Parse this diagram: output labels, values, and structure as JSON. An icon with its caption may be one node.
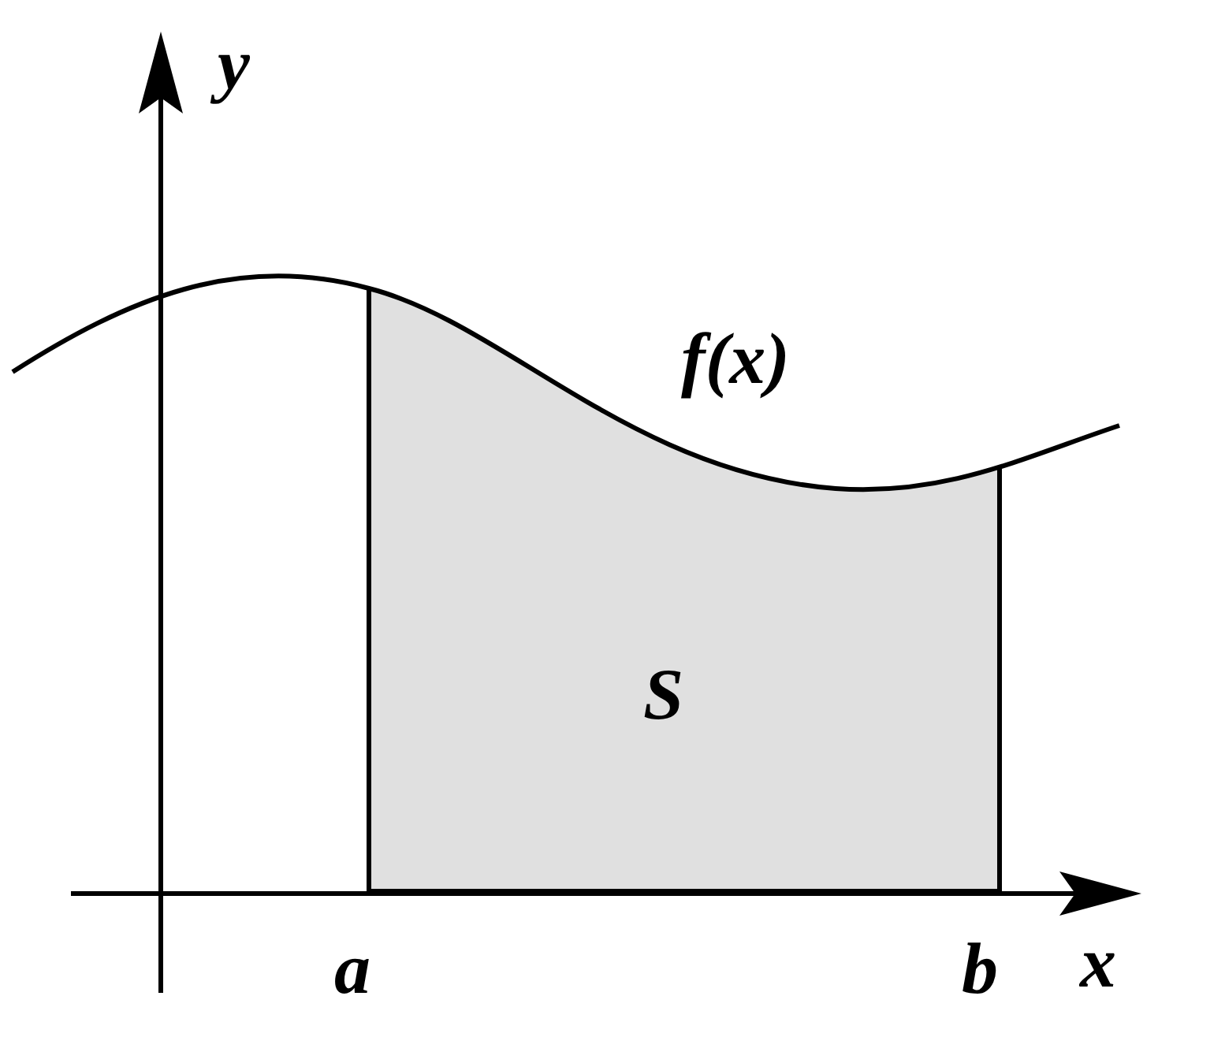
{
  "diagram": {
    "labels": [
      "y",
      "f(x)",
      "S",
      "a",
      "b",
      "x"
    ]
  }
}
